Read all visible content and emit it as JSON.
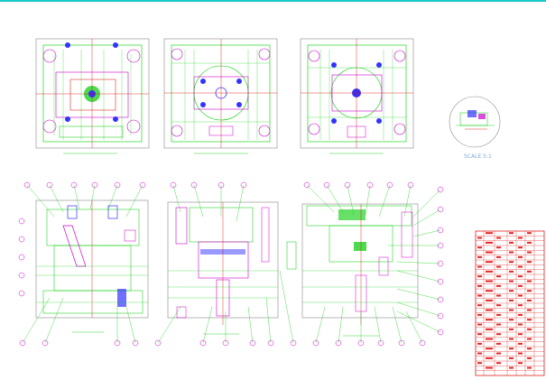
{
  "drawing": {
    "scale_label": "SCALE 5:1",
    "colors": {
      "frame": "#19c8c8",
      "green": "#00cc00",
      "magenta": "#cc00cc",
      "blue": "#3333ff",
      "red": "#dd0000",
      "gray": "#888888",
      "table_red": "#dd0000",
      "light_blue": "#7fa8d8"
    },
    "views": [
      {
        "id": "plan-1"
      },
      {
        "id": "plan-2"
      },
      {
        "id": "plan-3"
      },
      {
        "id": "section-1"
      },
      {
        "id": "section-2"
      },
      {
        "id": "section-3"
      }
    ],
    "title_block": {
      "rows": 30
    }
  }
}
